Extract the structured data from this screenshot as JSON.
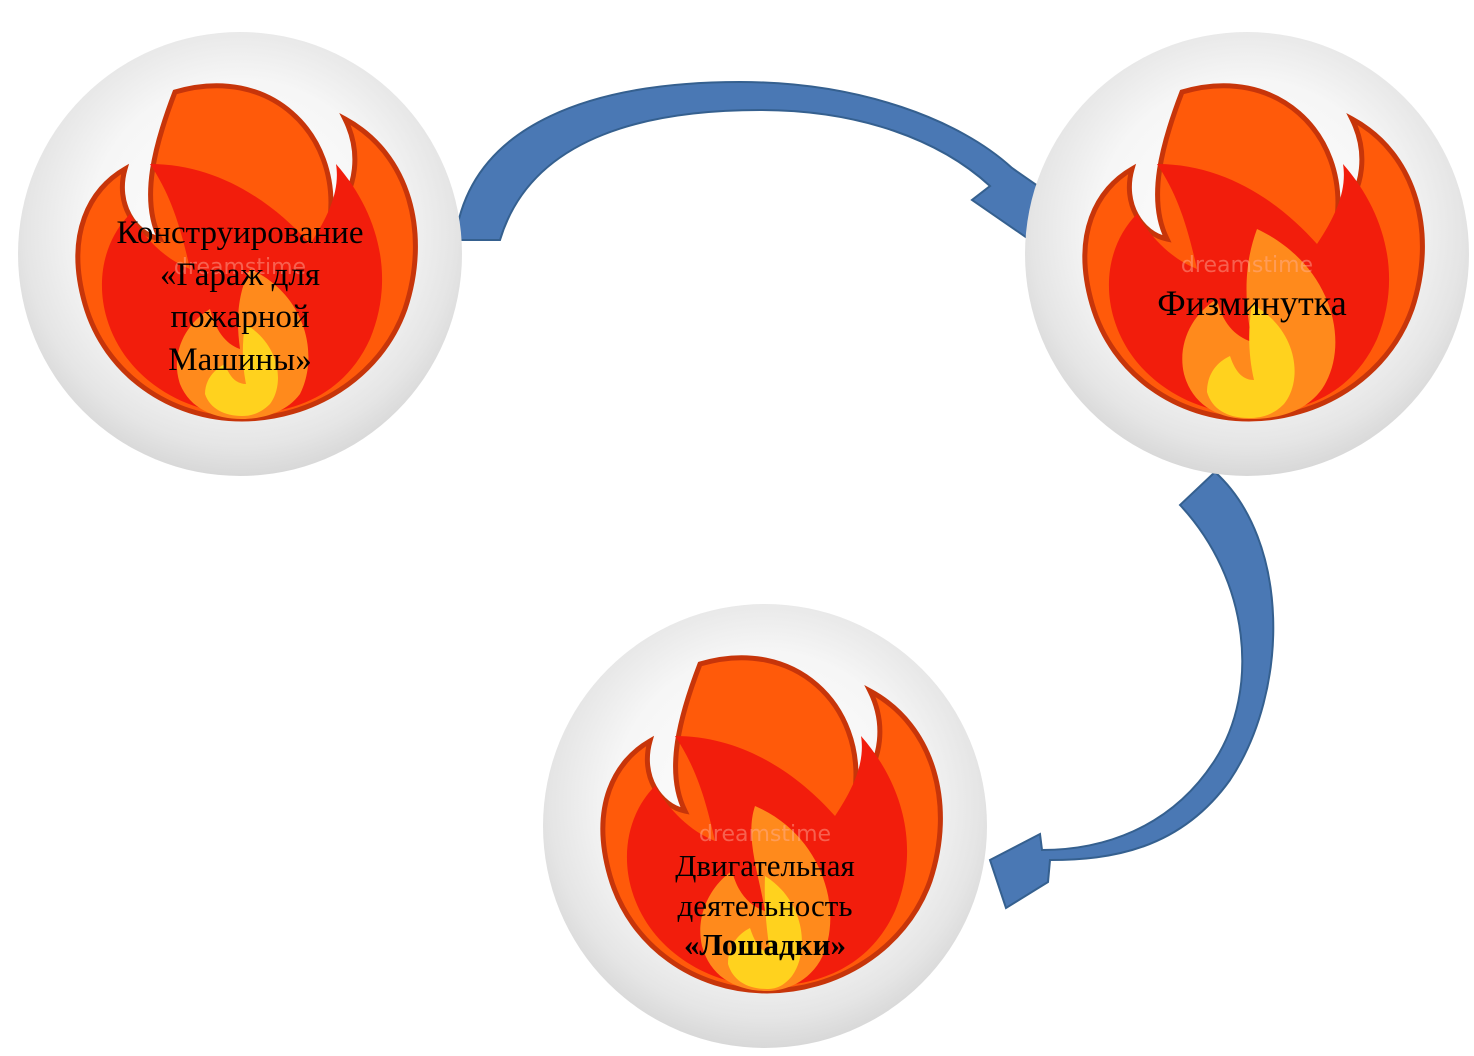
{
  "nodes": [
    {
      "id": "construct",
      "lines": [
        "Конструирование",
        "«Гараж для",
        "пожарной",
        "Машины»"
      ]
    },
    {
      "id": "physminute",
      "lines": [
        "Физминутка"
      ]
    },
    {
      "id": "motor",
      "lines": [
        "Двигательная",
        "деятельность",
        "«Лошадки»"
      ]
    }
  ],
  "watermark": "dreamstime",
  "colors": {
    "arrow_fill": "#4a78b4",
    "arrow_stroke": "#35608f",
    "flame_outer": "#ff5a0a",
    "flame_mid": "#f21d0c",
    "flame_core": "#ff8a1c",
    "flame_inner": "#ffd21e",
    "disc": "#eeeeee"
  }
}
